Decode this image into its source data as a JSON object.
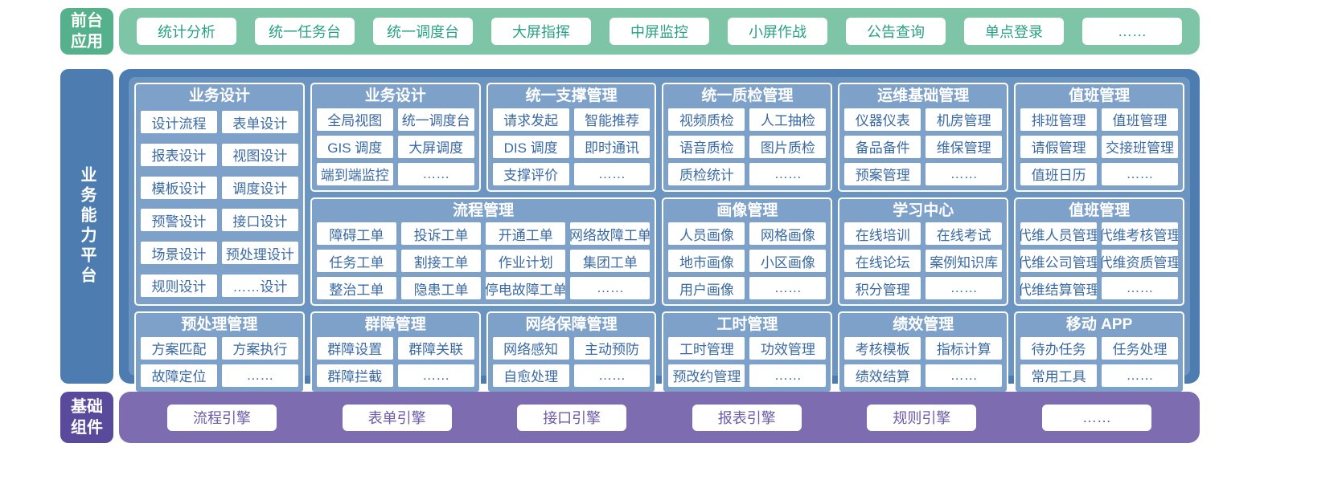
{
  "colors": {
    "green_band": "#7ec4a6",
    "green_label": "#55b18c",
    "green_text": "#27a183",
    "blue_band": "#4d7db0",
    "blue_panel": "#6b94c1",
    "blue_group": "#7ea1c9",
    "blue_text": "#3a6aa4",
    "purple_band": "#7d6db0",
    "purple_label": "#5a4a9c",
    "purple_text": "#6c5ba8",
    "cell_bg": "#ffffff"
  },
  "top_band": {
    "label": "前台应用",
    "items": [
      "统计分析",
      "统一任务台",
      "统一调度台",
      "大屏指挥",
      "中屏监控",
      "小屏作战",
      "公告查询",
      "单点登录",
      "……"
    ]
  },
  "middle_band": {
    "label": "业务能力平台",
    "groups": [
      {
        "title": "业务设计",
        "rows": [
          [
            "设计流程",
            "表单设计"
          ],
          [
            "报表设计",
            "视图设计"
          ],
          [
            "模板设计",
            "调度设计"
          ],
          [
            "预警设计",
            "接口设计"
          ],
          [
            "场景设计",
            "预处理设计"
          ],
          [
            "规则设计",
            "……设计"
          ]
        ]
      },
      {
        "title": "业务设计",
        "rows": [
          [
            "全局视图",
            "统一调度台"
          ],
          [
            "GIS 调度",
            "大屏调度"
          ],
          [
            "端到端监控",
            "……"
          ]
        ]
      },
      {
        "title": "统一支撑管理",
        "rows": [
          [
            "请求发起",
            "智能推荐"
          ],
          [
            "DIS 调度",
            "即时通讯"
          ],
          [
            "支撑评价",
            "……"
          ]
        ]
      },
      {
        "title": "统一质检管理",
        "rows": [
          [
            "视频质检",
            "人工抽检"
          ],
          [
            "语音质检",
            "图片质检"
          ],
          [
            "质检统计",
            "……"
          ]
        ]
      },
      {
        "title": "运维基础管理",
        "rows": [
          [
            "仪器仪表",
            "机房管理"
          ],
          [
            "备品备件",
            "维保管理"
          ],
          [
            "预案管理",
            "……"
          ]
        ]
      },
      {
        "title": "值班管理",
        "rows": [
          [
            "排班管理",
            "值班管理"
          ],
          [
            "请假管理",
            "交接班管理"
          ],
          [
            "值班日历",
            "……"
          ]
        ]
      },
      {
        "title": "流程管理",
        "rows": [
          [
            "障碍工单",
            "投诉工单",
            "开通工单",
            "网络故障工单"
          ],
          [
            "任务工单",
            "割接工单",
            "作业计划",
            "集团工单"
          ],
          [
            "整治工单",
            "隐患工单",
            "停电故障工单",
            "……"
          ]
        ]
      },
      {
        "title": "画像管理",
        "rows": [
          [
            "人员画像",
            "网格画像"
          ],
          [
            "地市画像",
            "小区画像"
          ],
          [
            "用户画像",
            "……"
          ]
        ]
      },
      {
        "title": "学习中心",
        "rows": [
          [
            "在线培训",
            "在线考试"
          ],
          [
            "在线论坛",
            "案例知识库"
          ],
          [
            "积分管理",
            "……"
          ]
        ]
      },
      {
        "title": "值班管理",
        "rows": [
          [
            "代维人员管理",
            "代维考核管理"
          ],
          [
            "代维公司管理",
            "代维资质管理"
          ],
          [
            "代维结算管理",
            "……"
          ]
        ]
      },
      {
        "title": "预处理管理",
        "rows": [
          [
            "方案匹配",
            "方案执行"
          ],
          [
            "故障定位",
            "……"
          ]
        ]
      },
      {
        "title": "群障管理",
        "rows": [
          [
            "群障设置",
            "群障关联"
          ],
          [
            "群障拦截",
            "……"
          ]
        ]
      },
      {
        "title": "网络保障管理",
        "rows": [
          [
            "网络感知",
            "主动预防"
          ],
          [
            "自愈处理",
            "……"
          ]
        ]
      },
      {
        "title": "工时管理",
        "rows": [
          [
            "工时管理",
            "功效管理"
          ],
          [
            "预改约管理",
            "……"
          ]
        ]
      },
      {
        "title": "绩效管理",
        "rows": [
          [
            "考核模板",
            "指标计算"
          ],
          [
            "绩效结算",
            "……"
          ]
        ]
      },
      {
        "title": "移动 APP",
        "rows": [
          [
            "待办任务",
            "任务处理"
          ],
          [
            "常用工具",
            "……"
          ]
        ]
      }
    ]
  },
  "bottom_band": {
    "label": "基础组件",
    "items": [
      "流程引擎",
      "表单引擎",
      "接口引擎",
      "报表引擎",
      "规则引擎",
      "……"
    ]
  }
}
